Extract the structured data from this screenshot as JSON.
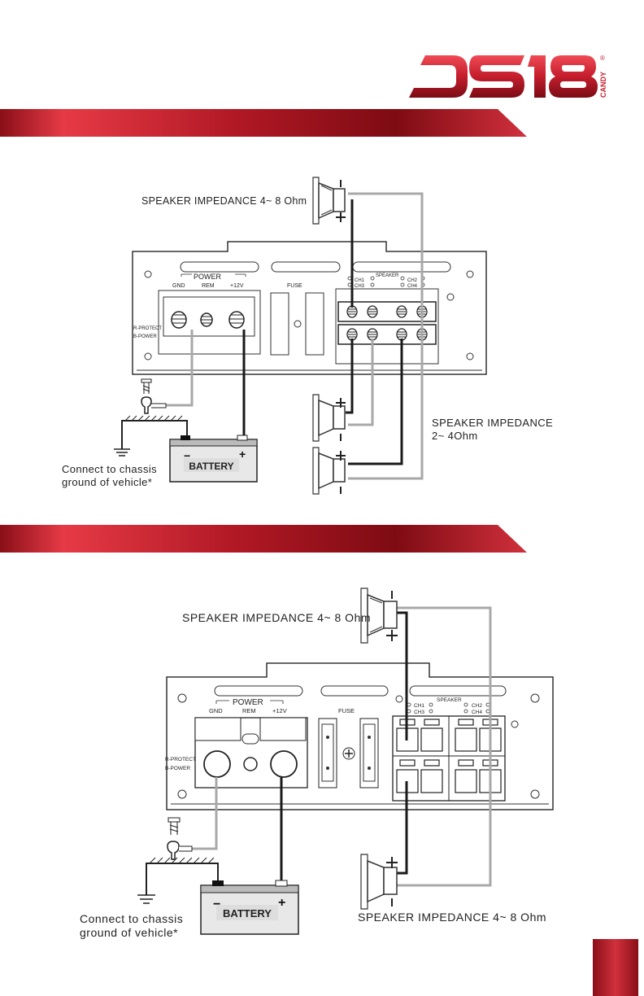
{
  "brand": {
    "name": "DS18",
    "sub": "CANDY",
    "registered": "®",
    "color": "#c41e2d"
  },
  "colors": {
    "banner_dark": "#8a0f18",
    "banner_light": "#e63a46",
    "wire_gray": "#a8a8a8",
    "wire_black": "#1a1a1a"
  },
  "diagram1": {
    "speaker_impedance_top": "SPEAKER IMPEDANCE 4~ 8 Ohm",
    "speaker_impedance_right_line1": "SPEAKER IMPEDANCE",
    "speaker_impedance_right_line2": "2~ 4Ohm",
    "power": "POWER",
    "gnd": "GND",
    "rem": "REM",
    "v12": "+12V",
    "fuse": "FUSE",
    "speaker": "SPEAKER",
    "ch1": "CH1",
    "ch2": "CH2",
    "ch3": "CH3",
    "ch4": "CH4",
    "r_protect": "R-PROTECT",
    "b_power": "B-POWER",
    "battery": "BATTERY",
    "chassis_line1": "Connect to chassis",
    "chassis_line2": "ground of vehicle*"
  },
  "diagram2": {
    "speaker_impedance_top": "SPEAKER IMPEDANCE 4~ 8 Ohm",
    "speaker_impedance_bottom": "SPEAKER IMPEDANCE 4~ 8 Ohm",
    "power": "POWER",
    "gnd": "GND",
    "rem": "REM",
    "v12": "+12V",
    "fuse": "FUSE",
    "speaker": "SPEAKER",
    "ch1": "CH1",
    "ch2": "CH2",
    "ch3": "CH3",
    "ch4": "CH4",
    "r_protect": "R-PROTECT",
    "b_power": "B-POWER",
    "battery": "BATTERY",
    "chassis_line1": "Connect to chassis",
    "chassis_line2": "ground of vehicle*"
  }
}
